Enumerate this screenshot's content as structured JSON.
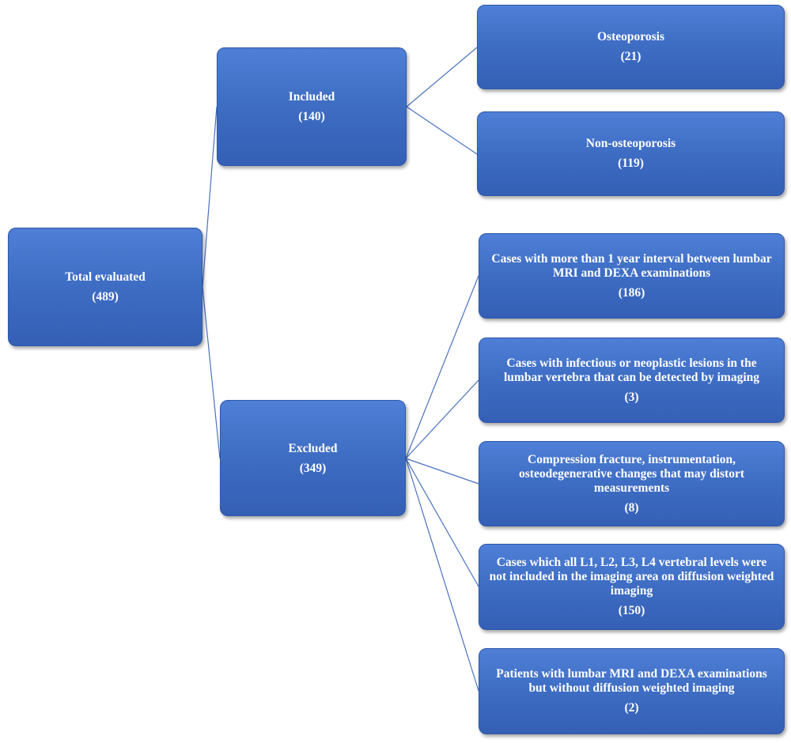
{
  "root": {
    "label": "Total evaluated",
    "count": "(489)"
  },
  "included": {
    "label": "Included",
    "count": "(140)",
    "children": [
      {
        "label": "Osteoporosis",
        "count": "(21)"
      },
      {
        "label": "Non-osteoporosis",
        "count": "(119)"
      }
    ]
  },
  "excluded": {
    "label": "Excluded",
    "count": "(349)",
    "children": [
      {
        "label": "Cases with more than 1 year interval between lumbar MRI and DEXA examinations",
        "count": "(186)"
      },
      {
        "label": "Cases with infectious or neoplastic lesions in the lumbar vertebra that can be detected by imaging",
        "count": "(3)"
      },
      {
        "label": "Compression fracture, instrumentation, osteodegenerative changes that may distort measurements",
        "count": "(8)"
      },
      {
        "label": "Cases which all L1, L2, L3, L4 vertebral levels were not included in the imaging area on diffusion weighted imaging",
        "count": "(150)"
      },
      {
        "label": "Patients with lumbar MRI and DEXA examinations but without diffusion weighted imaging",
        "count": "(2)"
      }
    ]
  },
  "colors": {
    "box_fill": "#3f6ec5",
    "box_border": "#2f58a8",
    "connector": "#4a72c0",
    "text": "#ffffff"
  }
}
